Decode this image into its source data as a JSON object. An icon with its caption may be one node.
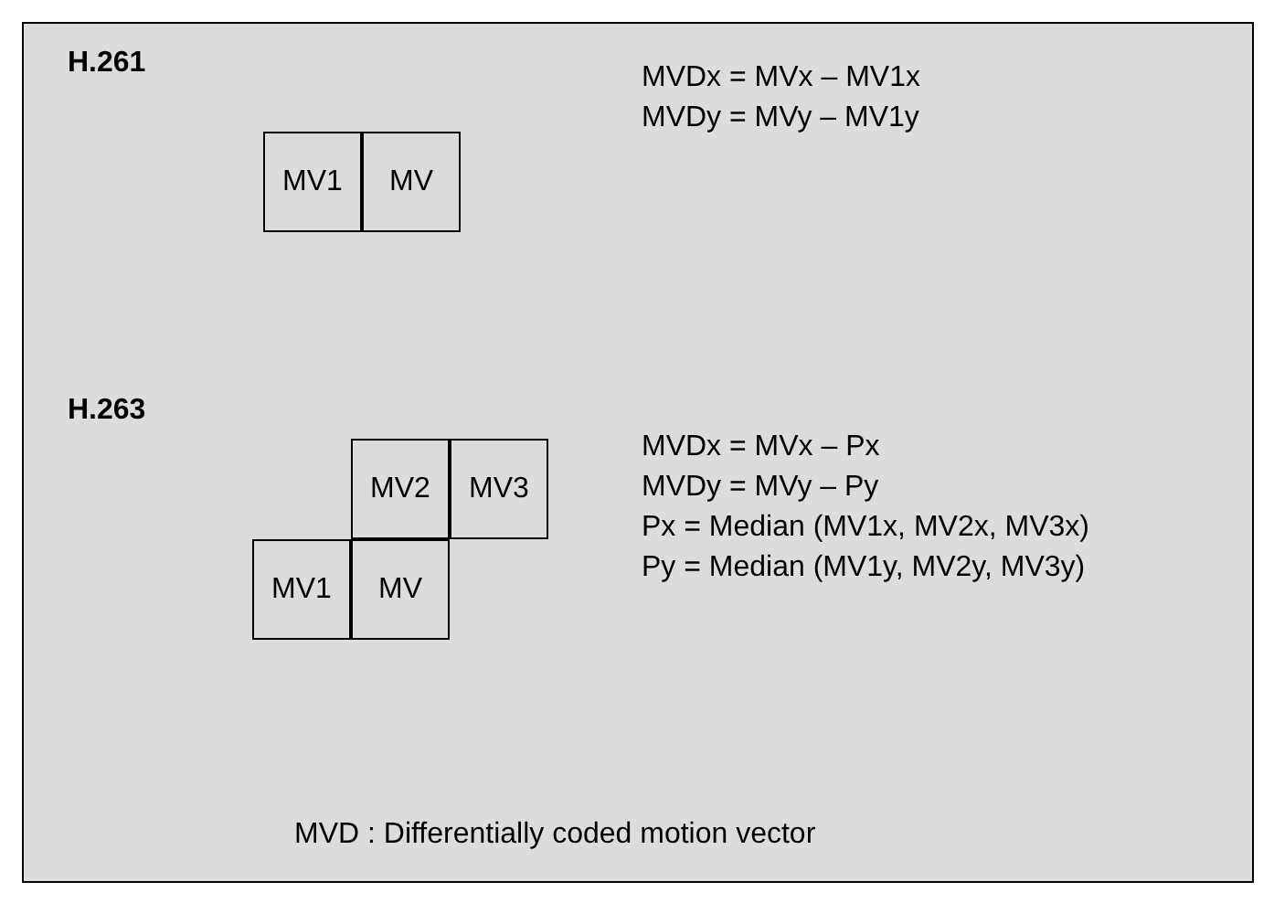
{
  "diagram": {
    "caption": "MVD : Differentially coded motion vector",
    "nodes": [
      {
        "text": [
          "MV1"
        ]
      },
      {
        "text": [
          "MV"
        ]
      },
      {
        "text": [
          "MV2"
        ]
      },
      {
        "text": [
          "MV3"
        ]
      },
      {
        "text": [
          "MV1"
        ]
      },
      {
        "text": [
          "MV"
        ]
      }
    ],
    "labels": [
      "H.261",
      "MVDx = MVx – MV1x",
      "MVDy = MVy – MV1y",
      "H.263",
      "MVDx = MVx – Px",
      "MVDy = MVy – Py",
      "Px = Median (MV1x, MV2x, MV3x)",
      "Py = Median (MV1y, MV2y, MV3y)"
    ]
  }
}
